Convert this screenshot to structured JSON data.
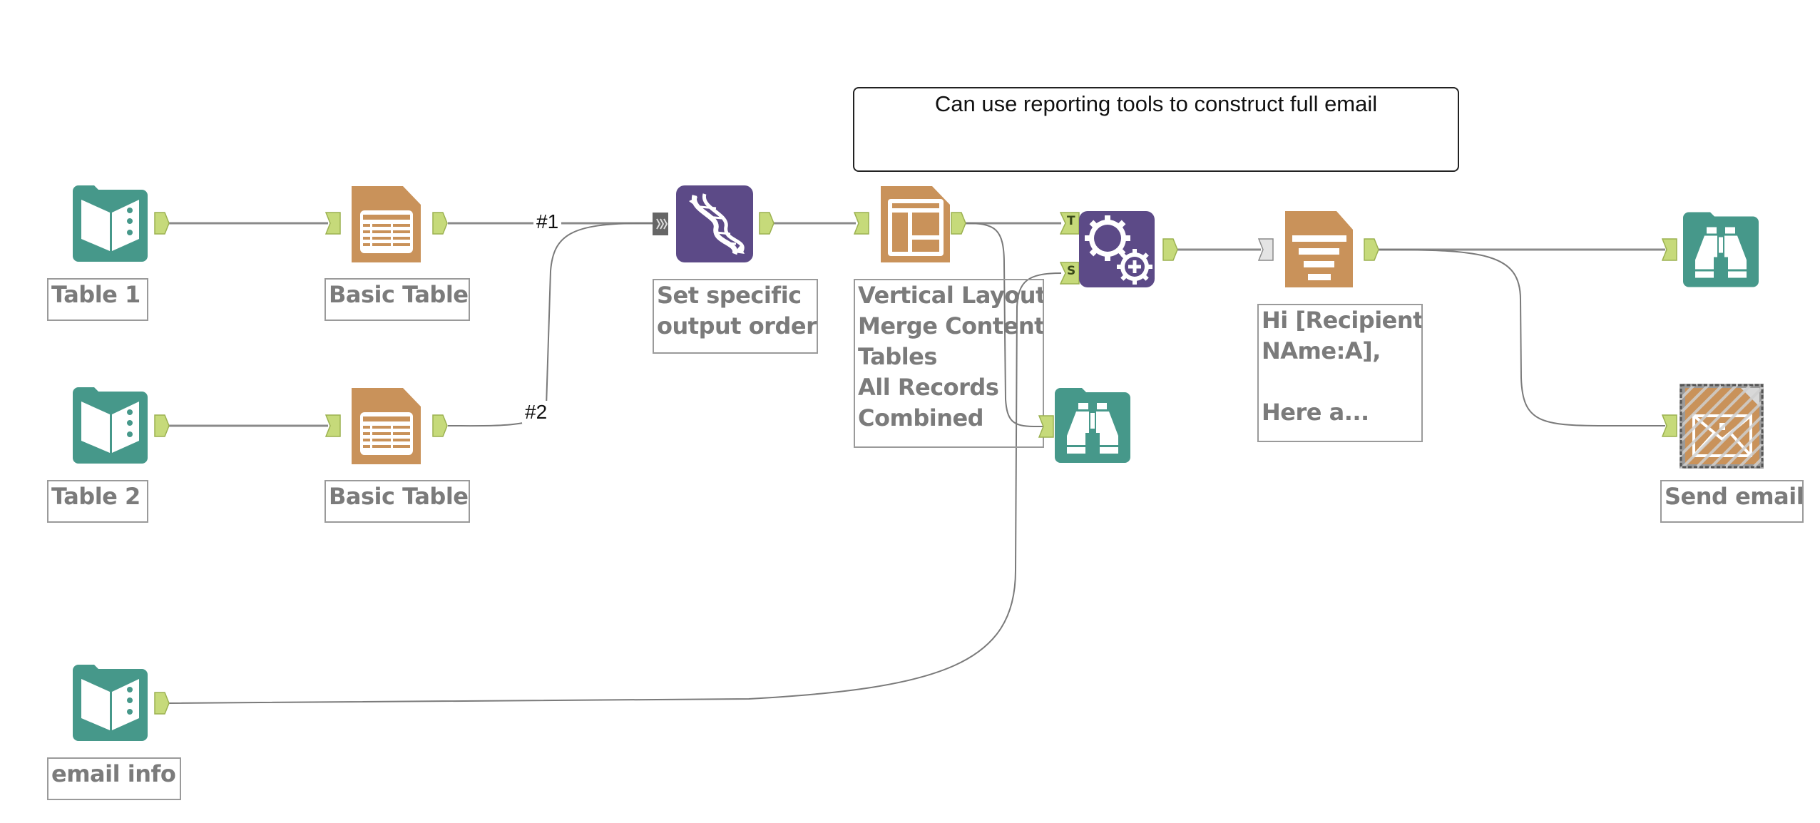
{
  "app": "Workflow canvas",
  "comment": {
    "text": "Can use reporting tools to construct full email"
  },
  "colors": {
    "input_tool": "#46988a",
    "reporting_tool": "#c9925a",
    "developer_tool": "#5c4a87",
    "anchor_fill": "#c6da7a",
    "anchor_stroke": "#9bb150",
    "anchor_disconnected": "#e4e4e4",
    "wire": "#8a8a8a",
    "label_text": "#7b7b7b"
  },
  "nodes": [
    {
      "id": "table1",
      "type": "input-data",
      "icon": "book-icon",
      "label": "Table 1"
    },
    {
      "id": "table2",
      "type": "input-data",
      "icon": "book-icon",
      "label": "Table 2"
    },
    {
      "id": "emailinfo",
      "type": "input-data",
      "icon": "book-icon",
      "label": "email info"
    },
    {
      "id": "basictable1",
      "type": "basic-table",
      "icon": "table-icon",
      "label": "Basic Table"
    },
    {
      "id": "basictable2",
      "type": "basic-table",
      "icon": "table-icon",
      "label": "Basic Table"
    },
    {
      "id": "union",
      "type": "union",
      "icon": "dna-icon",
      "label": "Set specific\noutput order"
    },
    {
      "id": "layout",
      "type": "layout",
      "icon": "layout-icon",
      "label": "Vertical Layout\nMerge Content\nTables\nAll Records\nCombined"
    },
    {
      "id": "batchmacro",
      "type": "batch-macro",
      "icon": "gears-icon",
      "label": "",
      "anchors": {
        "top": "T",
        "bottom": "S"
      }
    },
    {
      "id": "browse1",
      "type": "browse",
      "icon": "binoculars-icon",
      "label": ""
    },
    {
      "id": "reporttext",
      "type": "report-text",
      "icon": "report-text-icon",
      "label": "Hi [Recipient\nNAme:A],\n\nHere a..."
    },
    {
      "id": "browse2",
      "type": "browse",
      "icon": "binoculars-icon",
      "label": ""
    },
    {
      "id": "sendemail",
      "type": "email",
      "icon": "envelope-icon",
      "label": "Send email",
      "disabled": true
    }
  ],
  "connections": [
    {
      "from": "table1",
      "to": "basictable1",
      "label": ""
    },
    {
      "from": "table2",
      "to": "basictable2",
      "label": ""
    },
    {
      "from": "basictable1",
      "to": "union",
      "label": "#1"
    },
    {
      "from": "basictable2",
      "to": "union",
      "label": "#2"
    },
    {
      "from": "union",
      "to": "layout",
      "label": ""
    },
    {
      "from": "layout",
      "to": "batchmacro",
      "anchor": "T",
      "label": ""
    },
    {
      "from": "layout",
      "to": "browse1",
      "label": ""
    },
    {
      "from": "emailinfo",
      "to": "batchmacro",
      "anchor": "S",
      "label": ""
    },
    {
      "from": "batchmacro",
      "to": "reporttext",
      "label": ""
    },
    {
      "from": "reporttext",
      "to": "browse2",
      "label": ""
    },
    {
      "from": "reporttext",
      "to": "sendemail",
      "label": ""
    }
  ],
  "wire_labels": {
    "w1": "#1",
    "w2": "#2"
  }
}
